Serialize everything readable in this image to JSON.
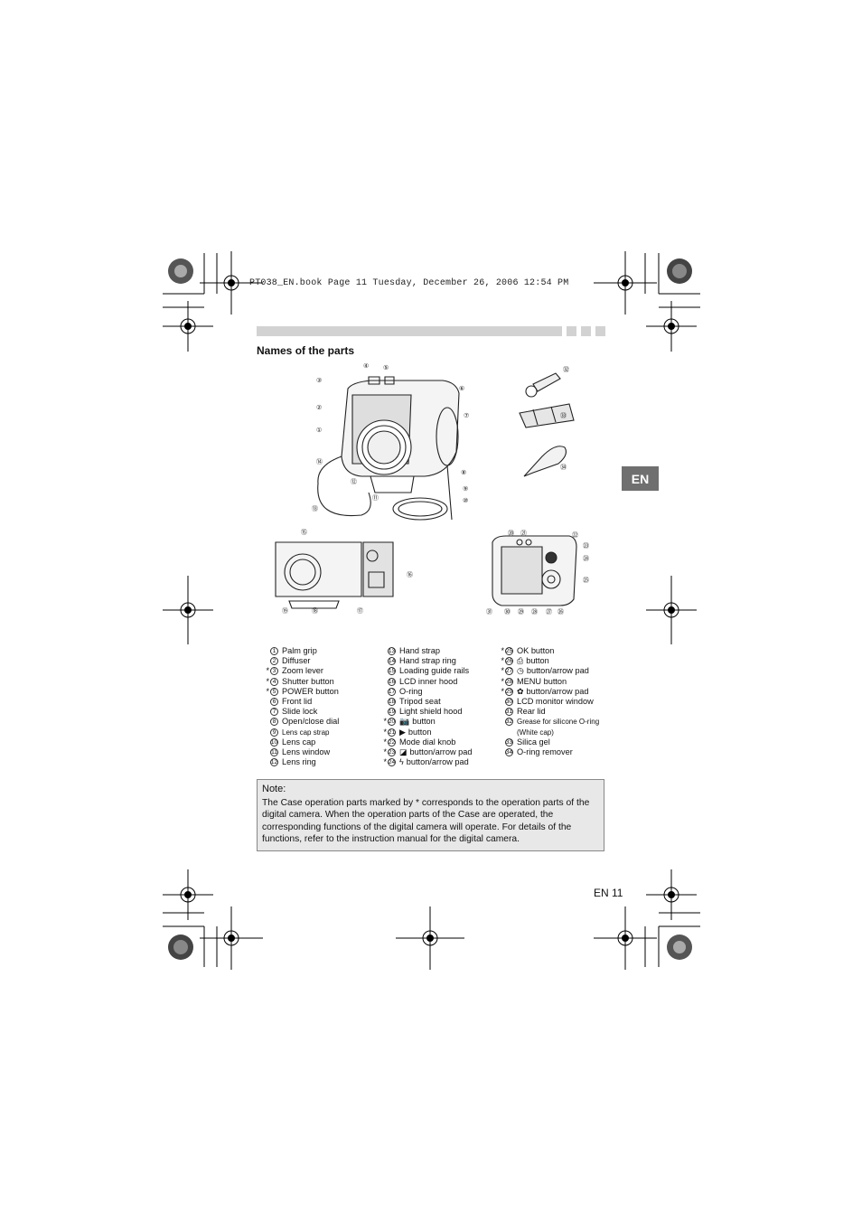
{
  "header": {
    "file_line": "PT038_EN.book  Page 11  Tuesday, December 26, 2006  12:54 PM"
  },
  "section_title": "Names of the parts",
  "language_tab": "EN",
  "page_number": "EN 11",
  "figure_callouts": [
    "①",
    "②",
    "③",
    "④",
    "⑤",
    "⑥",
    "⑦",
    "⑧",
    "⑨",
    "⑩",
    "⑪",
    "⑫",
    "⑬",
    "⑭",
    "⑮",
    "⑯",
    "⑰",
    "⑱",
    "⑲",
    "⑳",
    "㉑",
    "㉒",
    "㉓",
    "㉔",
    "㉕",
    "㉖",
    "㉗",
    "㉘",
    "㉙",
    "㉚",
    "㉛",
    "㉜",
    "㉝",
    "㉞"
  ],
  "parts": {
    "col1": [
      {
        "star": "",
        "num": "1",
        "label": "Palm grip"
      },
      {
        "star": "",
        "num": "2",
        "label": "Diffuser"
      },
      {
        "star": "*",
        "num": "3",
        "label": "Zoom lever"
      },
      {
        "star": "*",
        "num": "4",
        "label": "Shutter button"
      },
      {
        "star": "*",
        "num": "5",
        "label": "POWER button"
      },
      {
        "star": "",
        "num": "6",
        "label": "Front lid"
      },
      {
        "star": "",
        "num": "7",
        "label": "Slide lock"
      },
      {
        "star": "",
        "num": "8",
        "label": "Open/close dial"
      },
      {
        "star": "",
        "num": "9",
        "label": "Lens cap strap"
      },
      {
        "star": "",
        "num": "10",
        "label": "Lens cap"
      },
      {
        "star": "",
        "num": "11",
        "label": "Lens window"
      },
      {
        "star": "",
        "num": "12",
        "label": "Lens ring"
      }
    ],
    "col2": [
      {
        "star": "",
        "num": "13",
        "label": "Hand strap"
      },
      {
        "star": "",
        "num": "14",
        "label": "Hand strap ring"
      },
      {
        "star": "",
        "num": "15",
        "label": "Loading guide rails"
      },
      {
        "star": "",
        "num": "16",
        "label": "LCD inner hood"
      },
      {
        "star": "",
        "num": "17",
        "label": "O-ring"
      },
      {
        "star": "",
        "num": "18",
        "label": "Tripod seat"
      },
      {
        "star": "",
        "num": "19",
        "label": "Light shield hood"
      },
      {
        "star": "*",
        "num": "20",
        "label": "button",
        "icon": "camera-icon"
      },
      {
        "star": "*",
        "num": "21",
        "label": "button",
        "icon": "play-icon"
      },
      {
        "star": "*",
        "num": "22",
        "label": "Mode dial knob"
      },
      {
        "star": "*",
        "num": "23",
        "label": "button/arrow pad",
        "icon": "exposure-compensation-icon"
      },
      {
        "star": "*",
        "num": "24",
        "label": "button/arrow pad",
        "icon": "flash-icon"
      }
    ],
    "col3": [
      {
        "star": "*",
        "num": "25",
        "label": "OK button"
      },
      {
        "star": "*",
        "num": "26",
        "label": "button",
        "icon": "trash-print-icon"
      },
      {
        "star": "*",
        "num": "27",
        "label": "button/arrow pad",
        "icon": "self-timer-icon"
      },
      {
        "star": "*",
        "num": "28",
        "label": "MENU button"
      },
      {
        "star": "*",
        "num": "29",
        "label": "button/arrow pad",
        "icon": "macro-icon"
      },
      {
        "star": "",
        "num": "30",
        "label": "LCD monitor window"
      },
      {
        "star": "",
        "num": "31",
        "label": "Rear lid"
      },
      {
        "star": "",
        "num": "32",
        "label": "Grease for silicone O-ring"
      },
      {
        "star": "",
        "num": "",
        "label": "(White cap)"
      },
      {
        "star": "",
        "num": "33",
        "label": "Silica gel"
      },
      {
        "star": "",
        "num": "34",
        "label": "O-ring remover"
      }
    ]
  },
  "note": {
    "title": "Note:",
    "body": "The Case operation parts marked by * corresponds to the operation parts of the digital camera. When the operation parts of the Case are operated, the corresponding functions of the digital camera will operate. For details of the functions, refer to the instruction manual for the digital camera."
  }
}
